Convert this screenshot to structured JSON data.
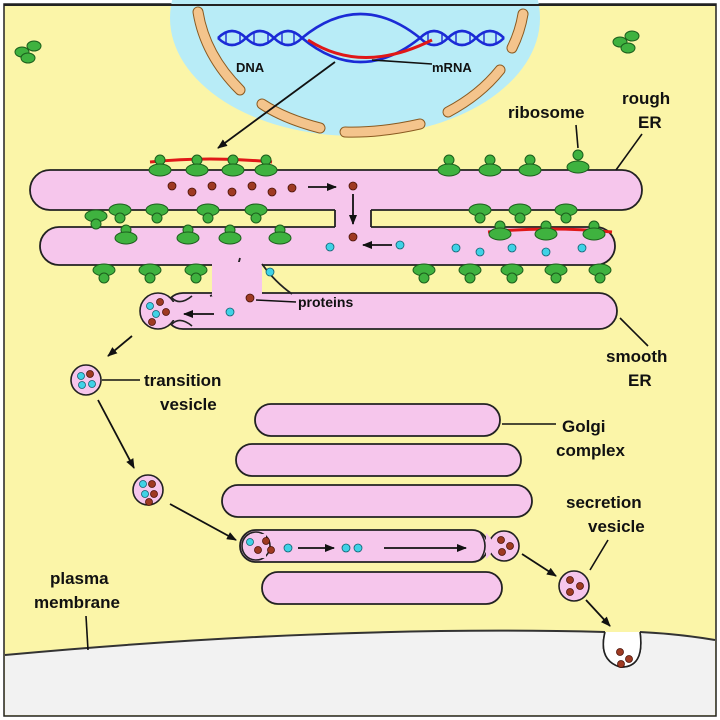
{
  "diagram": {
    "labels": {
      "dna": "DNA",
      "mrna": "mRNA",
      "ribosome": "ribosome",
      "rough_er_line1": "rough",
      "rough_er_line2": "ER",
      "proteins": "proteins",
      "smooth_er_line1": "smooth",
      "smooth_er_line2": "ER",
      "transition_vesicle_line1": "transition",
      "transition_vesicle_line2": "vesicle",
      "golgi_line1": "Golgi",
      "golgi_line2": "complex",
      "secretion_vesicle_line1": "secretion",
      "secretion_vesicle_line2": "vesicle",
      "plasma_membrane_line1": "plasma",
      "plasma_membrane_line2": "membrane"
    },
    "colors": {
      "cytoplasm": "#fbf5a8",
      "nucleus": "#b8ecf7",
      "nuclear_envelope": "#f4c48c",
      "er_and_golgi": "#f6c6ec",
      "ribosome": "#3fb23f",
      "dna": "#1b2bd6",
      "mrna": "#e01818",
      "protein_red": "#9e3a22",
      "protein_cyan": "#3fd2e6",
      "extracellular": "#f2f2f2"
    }
  }
}
